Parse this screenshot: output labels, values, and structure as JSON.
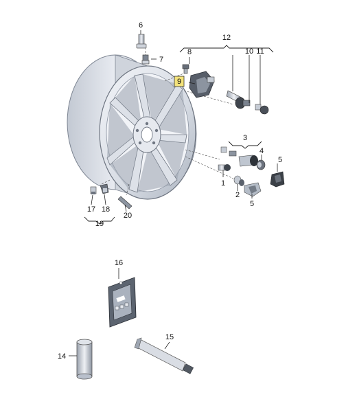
{
  "labels": {
    "p1": "1",
    "p2": "2",
    "p3": "3",
    "p4": "4",
    "p5a": "5",
    "p5b": "5",
    "p6": "6",
    "p7": "7",
    "p8": "8",
    "p9": "9",
    "p10": "10",
    "p11": "11",
    "p12": "12",
    "p14": "14",
    "p15": "15",
    "p16": "16",
    "p17": "17",
    "p18": "18",
    "p19": "19",
    "p20": "20"
  },
  "highlighted_part": "9",
  "colors": {
    "part_fill": "#e4e8ef",
    "part_shade": "#b9c0cc",
    "part_dark": "#6f7682",
    "highlight": "#f3e27a",
    "kit_card": "#5c6470"
  },
  "icons": {
    "wheel": "alloy-wheel-icon",
    "sensor": "tire-pressure-sensor-icon",
    "valve": "valve-stem-icon",
    "kit": "repair-kit-icon",
    "tube": "paste-tube-icon",
    "sleeve": "sleeve-icon"
  }
}
